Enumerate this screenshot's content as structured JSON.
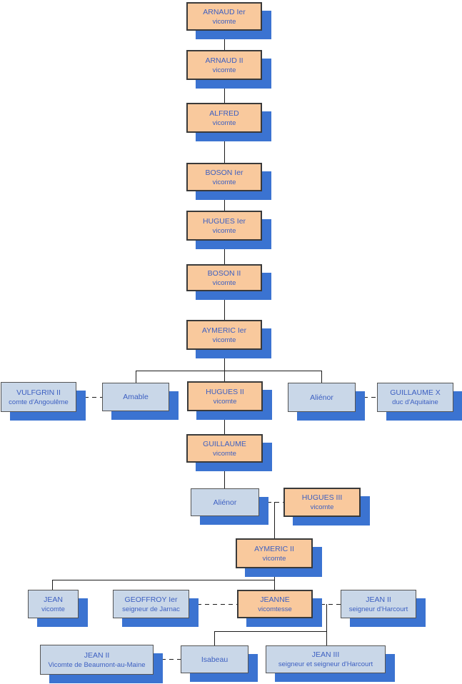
{
  "diagram": {
    "type": "family-tree",
    "nodes": {
      "arnaud1": {
        "name": "ARNAUD Ier",
        "subtitle": "vicomte"
      },
      "arnaud2": {
        "name": "ARNAUD II",
        "subtitle": "vicomte"
      },
      "alfred": {
        "name": "ALFRED",
        "subtitle": "vicomte"
      },
      "boson1": {
        "name": "BOSON Ier",
        "subtitle": "vicomte"
      },
      "hugues1": {
        "name": "HUGUES Ier",
        "subtitle": "vicomte"
      },
      "boson2": {
        "name": "BOSON II",
        "subtitle": "vicomte"
      },
      "aymeric1": {
        "name": "AYMERIC Ier",
        "subtitle": "vicomte"
      },
      "vulfgrin2": {
        "name": "VULFGRIN II",
        "subtitle": "comte d'Angoulême"
      },
      "amable": {
        "name": "Amable"
      },
      "hugues2": {
        "name": "HUGUES II",
        "subtitle": "vicomte"
      },
      "alienor1": {
        "name": "Aliénor"
      },
      "guillaume10": {
        "name": "GUILLAUME X",
        "subtitle": "duc d'Aquitaine"
      },
      "guillaume": {
        "name": "GUILLAUME",
        "subtitle": "vicomte"
      },
      "alienor2": {
        "name": "Aliénor"
      },
      "hugues3": {
        "name": "HUGUES III",
        "subtitle": "vicomte"
      },
      "aymeric2": {
        "name": "AYMERIC II",
        "subtitle": "vicomte"
      },
      "jean": {
        "name": "JEAN",
        "subtitle": "vicomte"
      },
      "geoffroy1": {
        "name": "GEOFFROY Ier",
        "subtitle": "seigneur de Jarnac"
      },
      "jeanne": {
        "name": "JEANNE",
        "subtitle": "vicomtesse"
      },
      "jean2h": {
        "name": "JEAN II",
        "subtitle": "seigneur d'Harcourt"
      },
      "jean2b": {
        "name": "JEAN II",
        "subtitle": "Vicomte de Beaumont-au-Maine"
      },
      "isabeau": {
        "name": "Isabeau"
      },
      "jean3": {
        "name": "JEAN III",
        "subtitle": "seigneur et seigneur d'Harcourt"
      }
    }
  },
  "colors": {
    "fill_primary": "#f9c99d",
    "fill_secondary": "#c9d7e8",
    "shadow": "#3b73d1",
    "text": "#3c5fc1",
    "border_primary": "#3a3a3a",
    "border_secondary": "#545454",
    "line": "#1b1b1b"
  }
}
